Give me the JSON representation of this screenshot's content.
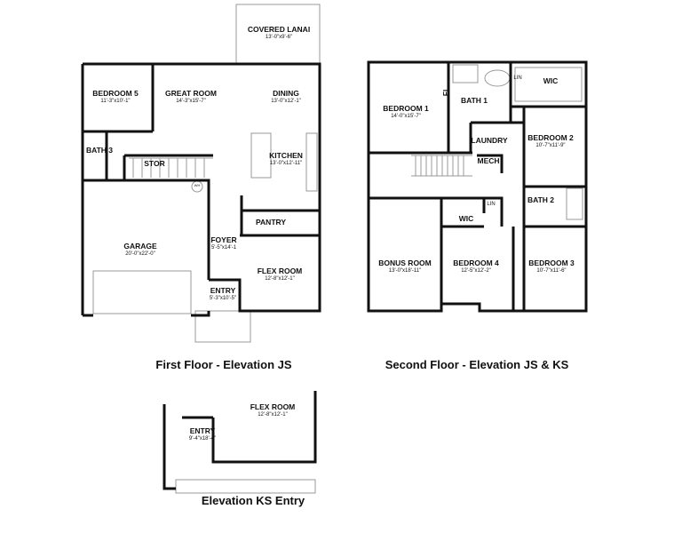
{
  "first_floor": {
    "caption": "First Floor - Elevation JS",
    "rooms": [
      {
        "name": "COVERED LANAI",
        "dims": "13'-0\"x9'-6\""
      },
      {
        "name": "BEDROOM 5",
        "dims": "11'-3\"x10'-1\""
      },
      {
        "name": "GREAT ROOM",
        "dims": "14'-3\"x15'-7\""
      },
      {
        "name": "DINING",
        "dims": "13'-0\"x12'-1\""
      },
      {
        "name": "KITCHEN",
        "dims": "13'-0\"x12'-11\""
      },
      {
        "name": "BATH 3",
        "dims": ""
      },
      {
        "name": "STOR",
        "dims": ""
      },
      {
        "name": "PANTRY",
        "dims": ""
      },
      {
        "name": "GARAGE",
        "dims": "20'-0\"x22'-0\""
      },
      {
        "name": "FOYER",
        "dims": "5'-5\"x14'-1"
      },
      {
        "name": "FLEX ROOM",
        "dims": "12'-8\"x12'-1\""
      },
      {
        "name": "ENTRY",
        "dims": "5'-3\"x10'-5\""
      }
    ],
    "wh_label": "WH"
  },
  "second_floor": {
    "caption": "Second Floor - Elevation JS & KS",
    "rooms": [
      {
        "name": "BEDROOM 1",
        "dims": "14'-0\"x15'-7\""
      },
      {
        "name": "BATH 1",
        "dims": ""
      },
      {
        "name": "LIN",
        "dims": ""
      },
      {
        "name": "WIC",
        "dims": ""
      },
      {
        "name": "FL",
        "dims": ""
      },
      {
        "name": "LAUNDRY",
        "dims": ""
      },
      {
        "name": "BEDROOM 2",
        "dims": "10'-7\"x11'-9\""
      },
      {
        "name": "MECH",
        "dims": ""
      },
      {
        "name": "BATH 2",
        "dims": ""
      },
      {
        "name": "WIC",
        "dims": ""
      },
      {
        "name": "LIN",
        "dims": ""
      },
      {
        "name": "BONUS ROOM",
        "dims": "13'-0\"x18'-11\""
      },
      {
        "name": "BEDROOM 4",
        "dims": "12'-5\"x12'-2\""
      },
      {
        "name": "BEDROOM 3",
        "dims": "10'-7\"x11'-6\""
      }
    ]
  },
  "ks_entry": {
    "caption": "Elevation KS Entry",
    "rooms": [
      {
        "name": "FLEX ROOM",
        "dims": "12'-8\"x12'-1\""
      },
      {
        "name": "ENTRY",
        "dims": "9'-4\"x18'-4\""
      }
    ]
  },
  "colors": {
    "wall": "#111111",
    "fixture": "#999999"
  }
}
